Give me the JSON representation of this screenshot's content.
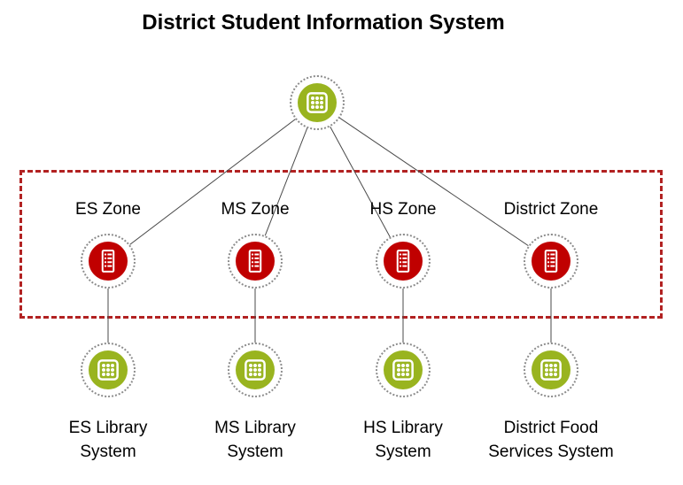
{
  "title": "District Student Information System",
  "zones": [
    {
      "label": "ES Zone"
    },
    {
      "label": "MS Zone"
    },
    {
      "label": "HS Zone"
    },
    {
      "label": "District Zone"
    }
  ],
  "systems": [
    {
      "label": "ES Library System"
    },
    {
      "label": "MS Library System"
    },
    {
      "label": "HS Library System"
    },
    {
      "label": "District Food Services System"
    }
  ],
  "icons": {
    "hub": "grid-icon",
    "zone": "server-icon",
    "system": "grid-icon"
  },
  "colors": {
    "green": "#99b41f",
    "red": "#c00000",
    "dashed_border": "#b22222",
    "ring": "#8c8c8c",
    "line": "#4a4a4a"
  }
}
